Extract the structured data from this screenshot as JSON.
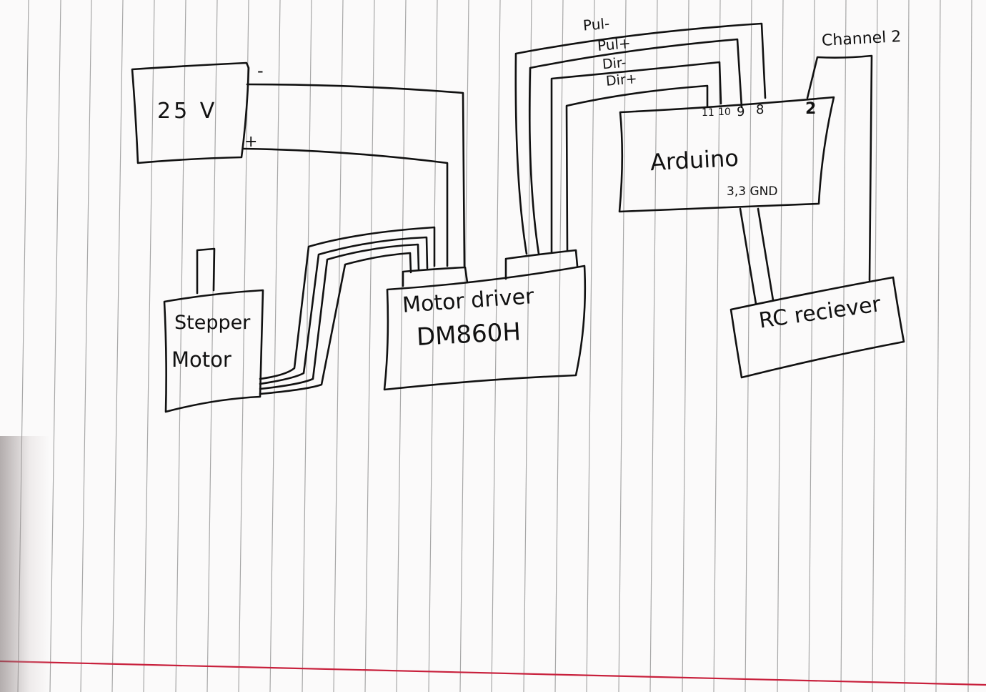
{
  "diagram": {
    "type": "hand-drawn wiring schematic on lined notebook paper",
    "paper": {
      "background": "#fbfafa",
      "rule_color": "#9a9a9a",
      "margin_line_color": "#c8203c",
      "ink_color": "#111111"
    },
    "components": {
      "power_supply": {
        "label": "25 V",
        "minus_label": "-",
        "plus_label": "+"
      },
      "stepper_motor": {
        "line1": "Stepper",
        "line2": "Motor"
      },
      "motor_driver": {
        "line1": "Motor driver",
        "line2": "DM860H"
      },
      "arduino": {
        "label": "Arduino",
        "top_pins": [
          "11",
          "10",
          "9",
          "8"
        ],
        "right_pin": "2",
        "bottom_pins": "3,3 GND"
      },
      "rc_receiver": {
        "label": "RC reciever"
      }
    },
    "signal_labels": [
      "Pul-",
      "Pul+",
      "Dir-",
      "Dir+"
    ],
    "channel_label": "Channel 2",
    "connections": [
      {
        "from": "25 V (-)",
        "to": "Motor driver"
      },
      {
        "from": "25 V (+)",
        "to": "Motor driver"
      },
      {
        "from": "Stepper Motor",
        "to": "Motor driver",
        "wires": 4
      },
      {
        "from": "Motor driver",
        "to": "Arduino pin 8",
        "label": "Pul-"
      },
      {
        "from": "Motor driver",
        "to": "Arduino pin 9",
        "label": "Pul+"
      },
      {
        "from": "Motor driver",
        "to": "Arduino pin 10",
        "label": "Dir-"
      },
      {
        "from": "Motor driver",
        "to": "Arduino pin 11",
        "label": "Dir+"
      },
      {
        "from": "Arduino pin 2",
        "to": "RC reciever",
        "label": "Channel 2"
      },
      {
        "from": "Arduino 3,3",
        "to": "RC reciever"
      },
      {
        "from": "Arduino GND",
        "to": "RC reciever"
      }
    ]
  }
}
